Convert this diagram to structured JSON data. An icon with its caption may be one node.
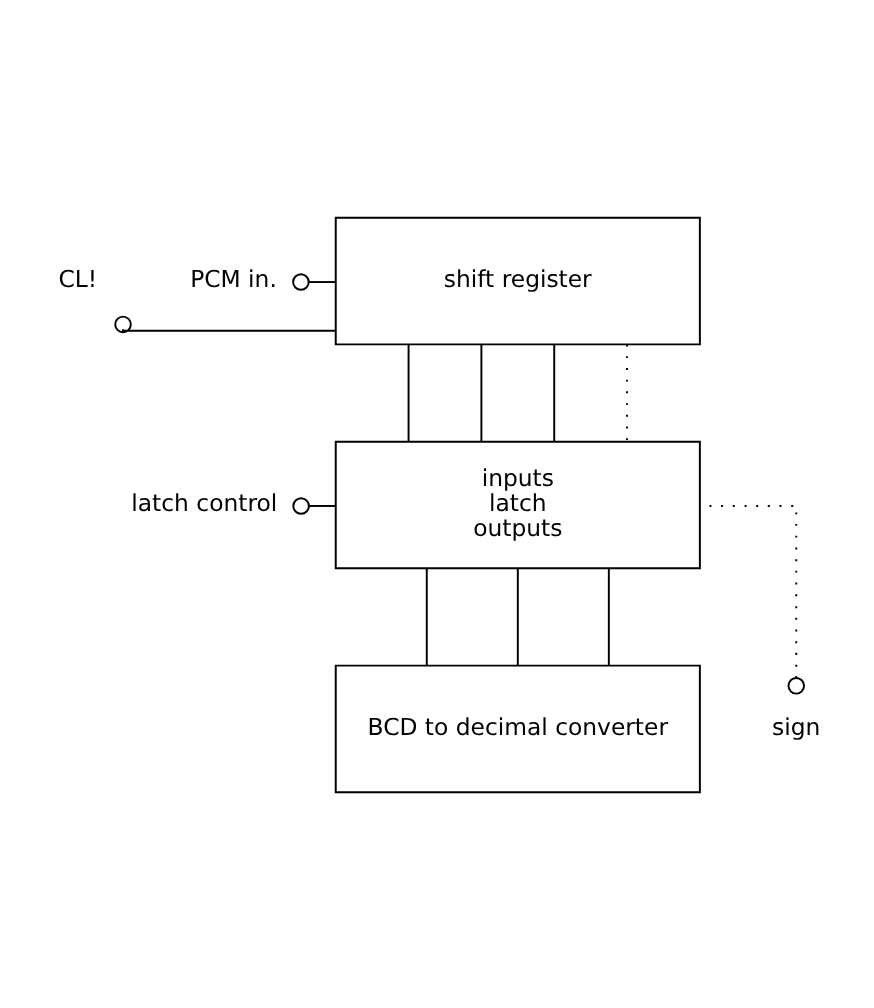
{
  "diagram": {
    "nodes": [
      {
        "text": [
          "shift register"
        ]
      },
      {
        "text": [
          "CL!"
        ]
      },
      {
        "text": [
          "PCM in."
        ]
      },
      {
        "text": [
          "inputs",
          "latch",
          "outputs"
        ]
      },
      {
        "text": [
          "latch control"
        ]
      },
      {
        "text": [
          "sign"
        ]
      },
      {
        "text": [
          "BCD to decimal converter"
        ]
      }
    ],
    "edges": [
      {
        "from": 1,
        "to": 0,
        "arrow": "other"
      },
      {
        "from": 2,
        "to": 0,
        "arrow": "other"
      },
      {
        "from": 0,
        "to": 3,
        "arrow": "none"
      },
      {
        "from": 0,
        "to": 3,
        "arrow": "none"
      },
      {
        "from": 0,
        "to": 3,
        "arrow": "none"
      },
      {
        "from": 0,
        "to": 3,
        "arrow": "none",
        "style": "dashed"
      },
      {
        "from": 4,
        "to": 3,
        "arrow": "other"
      },
      {
        "from": 5,
        "to": 3,
        "arrow": "other",
        "style": "dashed"
      },
      {
        "from": 3,
        "to": 6,
        "arrow": "none"
      },
      {
        "from": 3,
        "to": 6,
        "arrow": "none"
      },
      {
        "from": 3,
        "to": 6,
        "arrow": "none"
      }
    ]
  }
}
